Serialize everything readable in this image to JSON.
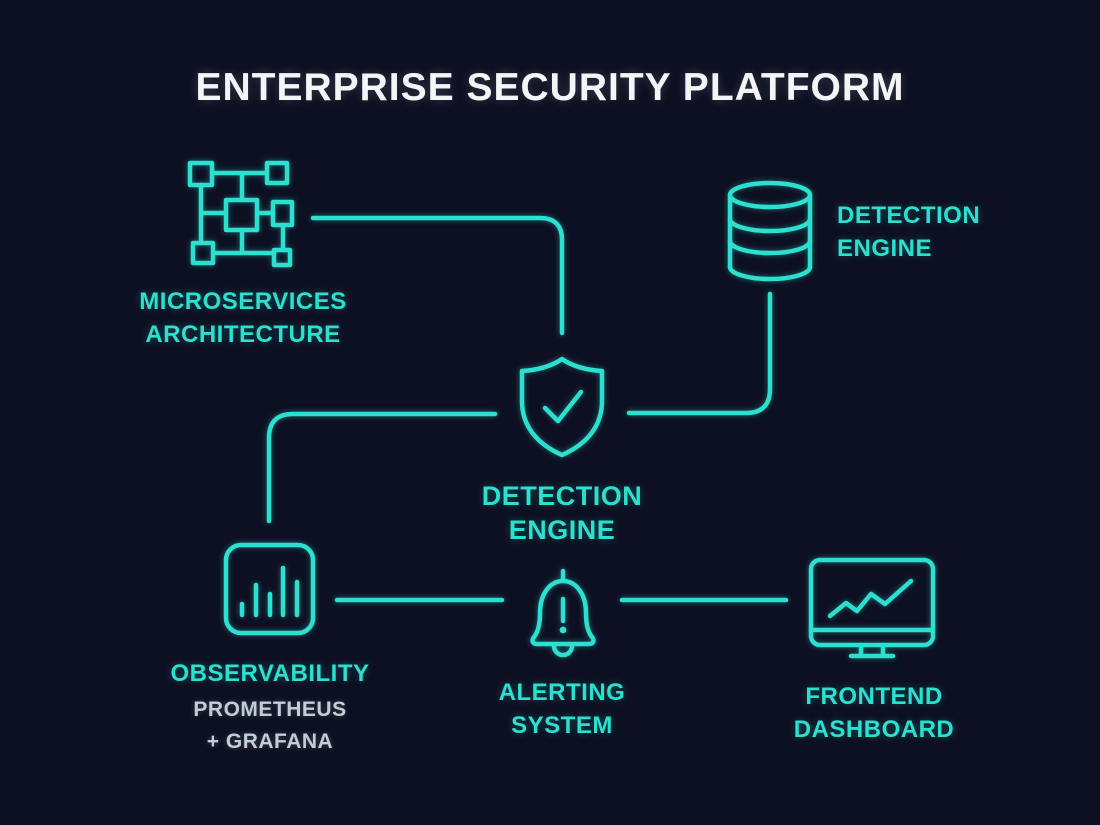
{
  "title": "ENTERPRISE SECURITY PLATFORM",
  "colors": {
    "background": "#0d1022",
    "accent": "#2be0cf",
    "title": "#f4f5f7",
    "secondary_text": "#c2ced6"
  },
  "nodes": {
    "microservices": {
      "icon": "network-nodes-icon",
      "label": [
        "MICROSERVICES",
        "ARCHITECTURE"
      ]
    },
    "database": {
      "icon": "database-icon",
      "label": [
        "DETECTION",
        "ENGINE"
      ]
    },
    "detection_engine": {
      "icon": "shield-check-icon",
      "label": [
        "DETECTION",
        "ENGINE"
      ]
    },
    "observability": {
      "icon": "bar-chart-icon",
      "label": [
        "OBSERVABILITY"
      ],
      "sublabel": [
        "PROMETHEUS",
        "+ GRAFANA"
      ]
    },
    "alerting": {
      "icon": "alert-bell-icon",
      "label": [
        "ALERTING",
        "SYSTEM"
      ]
    },
    "frontend": {
      "icon": "monitor-chart-icon",
      "label": [
        "FRONTEND",
        "DASHBOARD"
      ]
    }
  },
  "connections": [
    {
      "from": "microservices",
      "to": "detection_engine"
    },
    {
      "from": "database",
      "to": "detection_engine"
    },
    {
      "from": "detection_engine",
      "to": "observability"
    },
    {
      "from": "observability",
      "to": "alerting"
    },
    {
      "from": "alerting",
      "to": "frontend"
    }
  ]
}
